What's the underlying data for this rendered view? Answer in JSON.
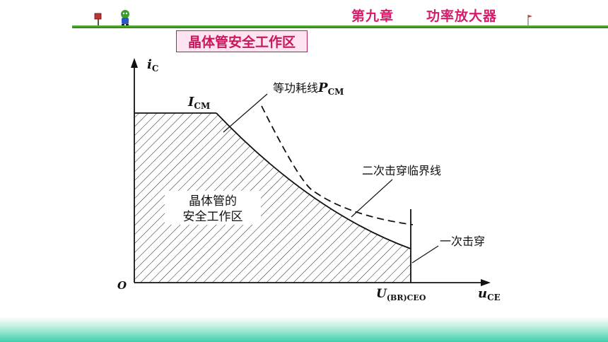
{
  "header": {
    "chapter_label": "第九章",
    "chapter_title": "功率放大器"
  },
  "section_title": "晶体管安全工作区",
  "diagram": {
    "y_axis_label": "i",
    "y_axis_sub": "C",
    "x_axis_label": "u",
    "x_axis_sub": "CE",
    "origin": "O",
    "icm_label": "I",
    "icm_sub": "CM",
    "power_line_label": "等功耗线",
    "power_line_symbol": "P",
    "power_line_sub": "CM",
    "second_breakdown_label": "二次击穿临界线",
    "first_breakdown_label": "一次击穿",
    "ubr_label": "U",
    "ubr_sub": "(BR)CEO",
    "region_label_line1": "晶体管的",
    "region_label_line2": "安全工作区"
  },
  "colors": {
    "accent_pink": "#d81b6b",
    "rule_green": "#2d7f1a",
    "band_teal": "#3fd0aa"
  }
}
